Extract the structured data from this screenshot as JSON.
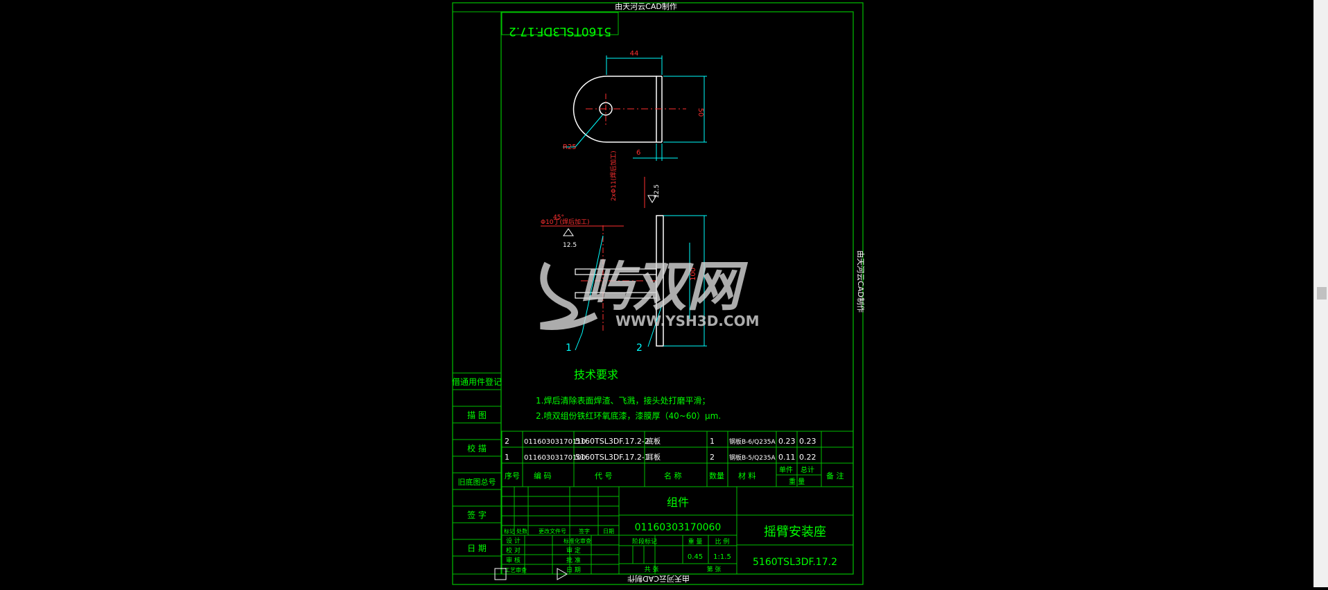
{
  "colors": {
    "frame": "#00c000",
    "part": "#ffffff",
    "dim": "#ff3030",
    "cyan": "#00ffff",
    "text": "#00ff00",
    "watermark": "#cfcfcf",
    "text_inv": "#00ff00"
  },
  "watermark": {
    "top": "由天河云CAD制作",
    "side": "由天河云CAD制作",
    "bottom": "由天河云CAD制作",
    "logo_cn": "屿双网",
    "logo_url": "WWW.YSH3D.COM"
  },
  "drawing_number_box": "5160TSL3DF.17.2",
  "left_column": [
    "借通用件登记",
    "描 图",
    "校 描",
    "旧底图总号",
    "签 字",
    "日 期"
  ],
  "views": {
    "top_dims": {
      "width": "44",
      "height": "50",
      "radius": "R25",
      "thickness": "6"
    },
    "front_annot": {
      "hole_note": "Φ10丁(焊后加工)",
      "note2": "2xΦ11(焊后加工)",
      "roughness1": "12.5",
      "roughness2": "12.5",
      "angle": "45°",
      "height": "100"
    },
    "balloons": [
      "1",
      "2"
    ]
  },
  "tech_req": {
    "title": "技术要求",
    "items": [
      "1.焊后清除表面焊渣、飞溅，接头处打磨平滑；",
      "2.喷双组份铁红环氧底漆，漆膜厚（40~60）μm."
    ]
  },
  "bom": {
    "rows": [
      {
        "seq": "2",
        "code": "01160303170110",
        "dwg": "5160TSL3DF.17.2-2",
        "name": "底板",
        "qty": "1",
        "material": "钢板B-6/Q235A",
        "unit": "0.23",
        "total": "0.23",
        "note": ""
      },
      {
        "seq": "1",
        "code": "01160303170100",
        "dwg": "5160TSL3DF.17.2-1",
        "name": "耳板",
        "qty": "2",
        "material": "钢板B-5/Q235A",
        "unit": "0.11",
        "total": "0.22",
        "note": ""
      }
    ],
    "header": {
      "seq": "序号",
      "code": "编 码",
      "dwg": "代 号",
      "name": "名 称",
      "qty": "数量",
      "material": "材 料",
      "single": "单件",
      "total": "总计",
      "weight": "重 量",
      "note": "备 注"
    }
  },
  "title_block": {
    "group": "组件",
    "code": "01160303170060",
    "title": "摇臂安装座",
    "dwg_no": "5160TSL3DF.17.2",
    "weight": "0.45",
    "scale": "1:1.5",
    "stage_label": "阶段标记",
    "weight_label": "重 量",
    "scale_label": "比 例",
    "sheets": "共 张",
    "sheet": "第 张",
    "rev_labels": [
      "标记",
      "处数",
      "更改文件号",
      "签字",
      "日期"
    ],
    "sign_rows": [
      [
        "设 计",
        "",
        "标准化审查",
        ""
      ],
      [
        "校 对",
        "",
        "审 定",
        ""
      ],
      [
        "审 核",
        "",
        "批 准",
        ""
      ],
      [
        "工艺审查",
        "",
        "日 期",
        ""
      ]
    ]
  }
}
